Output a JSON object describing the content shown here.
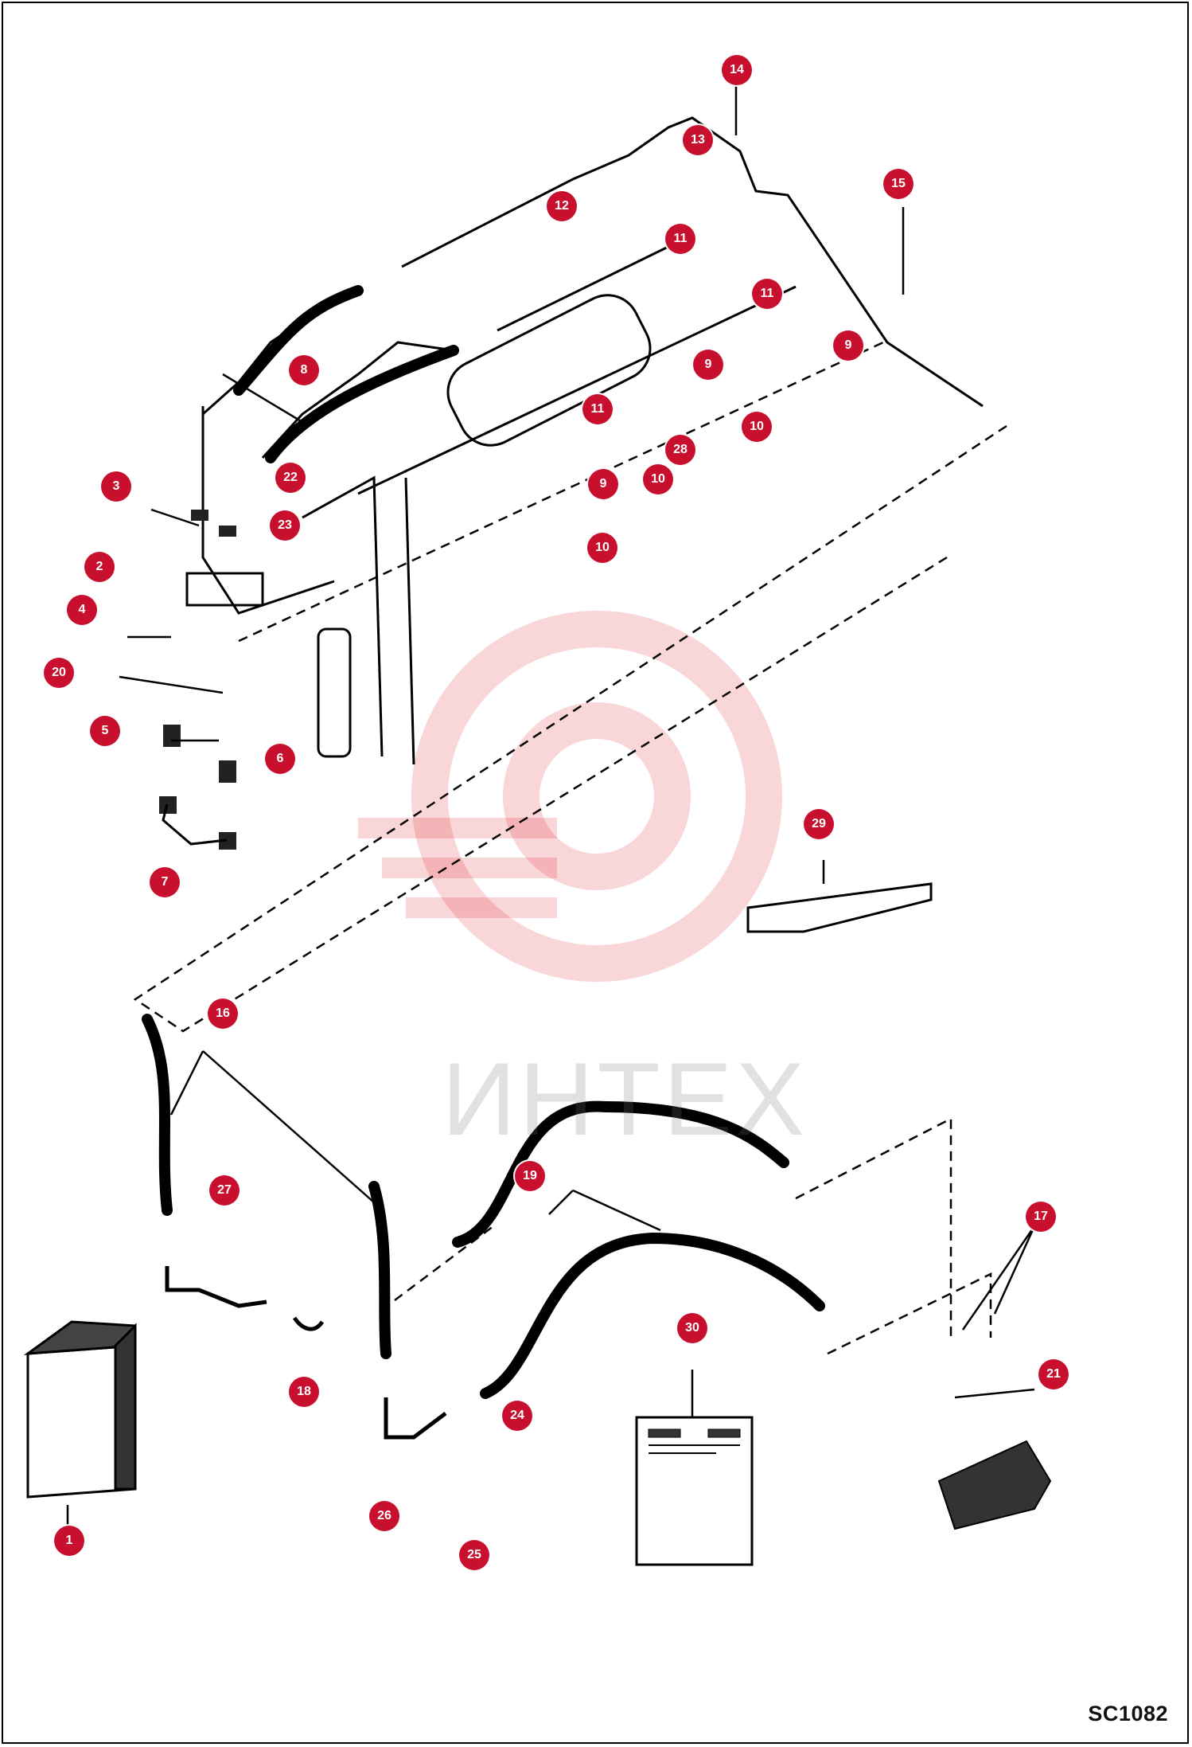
{
  "drawing_code": "SC1082",
  "watermark": "ИНТЕХ",
  "callouts": [
    {
      "id": "1",
      "label": "1"
    },
    {
      "id": "2",
      "label": "2"
    },
    {
      "id": "3",
      "label": "3"
    },
    {
      "id": "4",
      "label": "4"
    },
    {
      "id": "5",
      "label": "5"
    },
    {
      "id": "6",
      "label": "6"
    },
    {
      "id": "7",
      "label": "7"
    },
    {
      "id": "8",
      "label": "8"
    },
    {
      "id": "9a",
      "label": "9"
    },
    {
      "id": "9b",
      "label": "9"
    },
    {
      "id": "9c",
      "label": "9"
    },
    {
      "id": "10a",
      "label": "10"
    },
    {
      "id": "10b",
      "label": "10"
    },
    {
      "id": "10c",
      "label": "10"
    },
    {
      "id": "11a",
      "label": "11"
    },
    {
      "id": "11b",
      "label": "11"
    },
    {
      "id": "11c",
      "label": "11"
    },
    {
      "id": "12",
      "label": "12"
    },
    {
      "id": "13",
      "label": "13"
    },
    {
      "id": "14",
      "label": "14"
    },
    {
      "id": "15",
      "label": "15"
    },
    {
      "id": "16",
      "label": "16"
    },
    {
      "id": "17",
      "label": "17"
    },
    {
      "id": "18",
      "label": "18"
    },
    {
      "id": "19",
      "label": "19"
    },
    {
      "id": "20",
      "label": "20"
    },
    {
      "id": "21",
      "label": "21"
    },
    {
      "id": "22",
      "label": "22"
    },
    {
      "id": "23",
      "label": "23"
    },
    {
      "id": "24",
      "label": "24"
    },
    {
      "id": "25",
      "label": "25"
    },
    {
      "id": "26",
      "label": "26"
    },
    {
      "id": "27",
      "label": "27"
    },
    {
      "id": "28",
      "label": "28"
    },
    {
      "id": "29",
      "label": "29"
    },
    {
      "id": "30",
      "label": "30"
    }
  ]
}
